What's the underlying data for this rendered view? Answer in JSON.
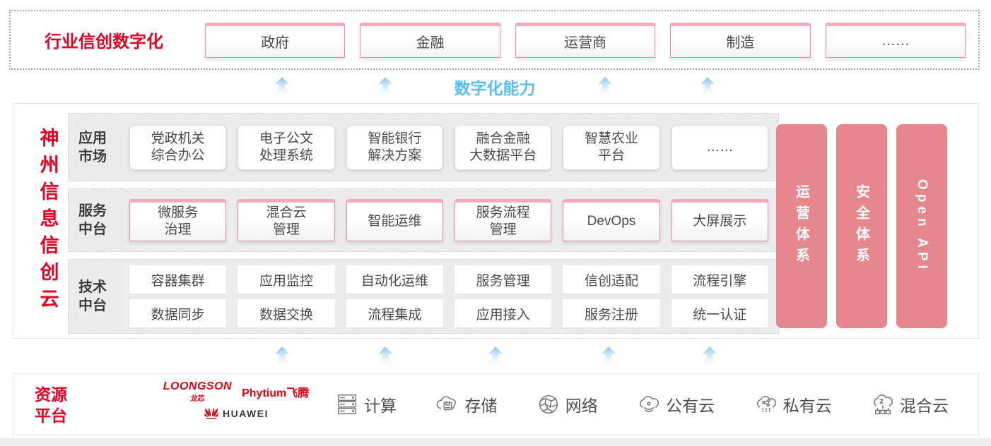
{
  "industry": {
    "label": "行业信创数字化",
    "boxes": [
      "政府",
      "金融",
      "运营商",
      "制造",
      "……"
    ]
  },
  "capability_label": "数字化能力",
  "platform": {
    "vertical_title": "神州信息信创云",
    "rows": [
      {
        "label": "应用\n市场",
        "items": [
          "党政机关\n综合办公",
          "电子公文\n处理系统",
          "智能银行\n解决方案",
          "融合金融\n大数据平台",
          "智慧农业\n平台",
          "……"
        ]
      },
      {
        "label": "服务\n中台",
        "items": [
          "微服务\n治理",
          "混合云\n管理",
          "智能运维",
          "服务流程\n管理",
          "DevOps",
          "大屏展示"
        ]
      },
      {
        "label": "技术\n中台",
        "items_top": [
          "容器集群",
          "应用监控",
          "自动化运维",
          "服务管理",
          "信创适配",
          "流程引擎"
        ],
        "items_bottom": [
          "数据同步",
          "数据交换",
          "流程集成",
          "应用接入",
          "服务注册",
          "统一认证"
        ]
      }
    ],
    "pillars": [
      "运营体系",
      "安全体系",
      "Open API"
    ]
  },
  "resources": {
    "label": "资源\n平台",
    "logos": {
      "loongson": "LOONGSON",
      "loongson_cn": "龙芯",
      "phytium": "Phytium飞腾",
      "huawei": "HUAWEI"
    },
    "items": [
      {
        "icon": "compute-icon",
        "label": "计算"
      },
      {
        "icon": "storage-icon",
        "label": "存储"
      },
      {
        "icon": "network-icon",
        "label": "网络"
      },
      {
        "icon": "public-cloud-icon",
        "label": "公有云"
      },
      {
        "icon": "private-cloud-icon",
        "label": "私有云"
      },
      {
        "icon": "hybrid-cloud-icon",
        "label": "混合云"
      }
    ]
  },
  "colors": {
    "brand_red": "#e60023",
    "pillar_pink": "#e8868e",
    "capability_blue": "#58bef2"
  }
}
